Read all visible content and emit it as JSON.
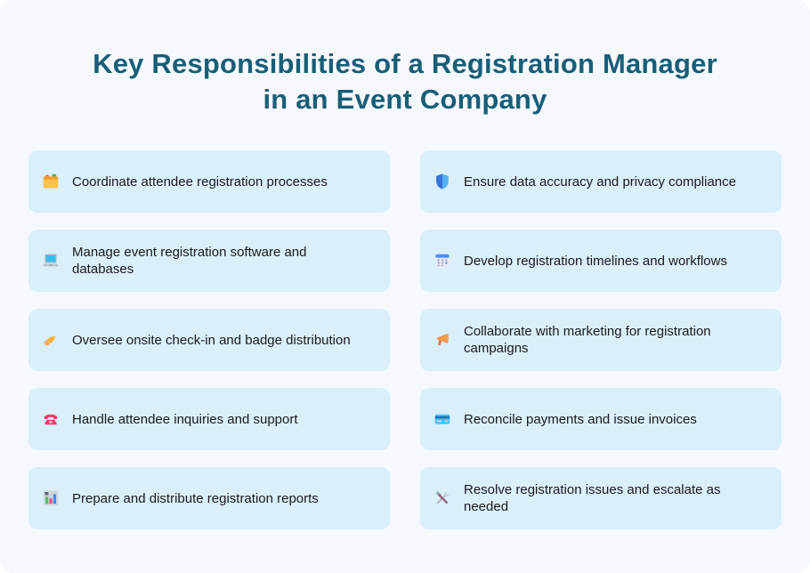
{
  "header": {
    "title_line1": "Key Responsibilities of a Registration Manager",
    "title_line2": "in an Event Company"
  },
  "colors": {
    "page_bg": "#f5f9fd",
    "card_bg": "#d9effa",
    "title": "#185e79",
    "text": "#1b1b1b"
  },
  "cards": [
    {
      "icon": "card-index-dividers-icon",
      "label": "Coordinate attendee registration processes"
    },
    {
      "icon": "shield-icon",
      "label": "Ensure data accuracy and privacy compliance"
    },
    {
      "icon": "laptop-icon",
      "label": "Manage event registration software and databases"
    },
    {
      "icon": "calendar-icon",
      "label": "Develop registration timelines and workflows"
    },
    {
      "icon": "tag-icon",
      "label": "Oversee onsite check-in and badge distribution"
    },
    {
      "icon": "megaphone-icon",
      "label": "Collaborate with marketing for registration campaigns"
    },
    {
      "icon": "telephone-icon",
      "label": "Handle attendee inquiries and support"
    },
    {
      "icon": "credit-card-icon",
      "label": "Reconcile payments and issue invoices"
    },
    {
      "icon": "bar-chart-icon",
      "label": "Prepare and distribute registration reports"
    },
    {
      "icon": "hammer-wrench-icon",
      "label": "Resolve registration issues and escalate as needed"
    }
  ]
}
